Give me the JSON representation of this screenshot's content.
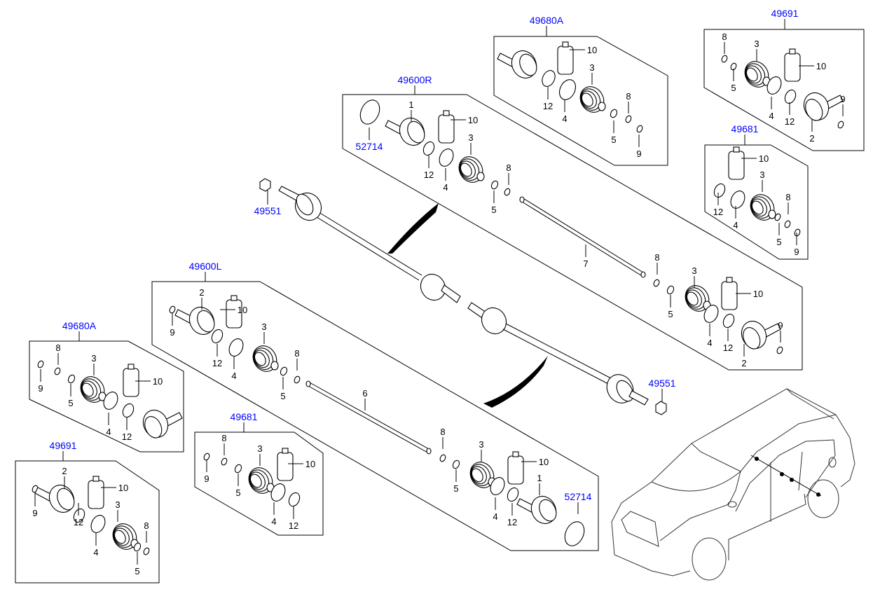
{
  "diagram": {
    "colors": {
      "part_code": "#0000ff",
      "line": "#000000",
      "background": "#ffffff"
    },
    "groups": [
      {
        "code": "49680A",
        "labels": [
          "10",
          "3",
          "12",
          "4",
          "8",
          "5",
          "9"
        ]
      },
      {
        "code": "49691",
        "labels": [
          "8",
          "3",
          "10",
          "5",
          "4",
          "12",
          "9",
          "2"
        ]
      },
      {
        "code": "49600R",
        "labels": [
          "1",
          "10",
          "3",
          "12",
          "4",
          "8",
          "5",
          "52714",
          "7",
          "8",
          "3",
          "10",
          "5",
          "4",
          "12",
          "9",
          "2"
        ]
      },
      {
        "code": "49681",
        "labels": [
          "10",
          "3",
          "8",
          "12",
          "4",
          "5",
          "9"
        ]
      },
      {
        "code": "49600L",
        "labels": [
          "2",
          "10",
          "9",
          "3",
          "12",
          "4",
          "8",
          "5",
          "6",
          "8",
          "3",
          "10",
          "5",
          "1",
          "4",
          "12",
          "52714"
        ]
      },
      {
        "code": "49680A",
        "labels": [
          "8",
          "3",
          "10",
          "9",
          "5",
          "4",
          "12"
        ]
      },
      {
        "code": "49681",
        "labels": [
          "8",
          "3",
          "10",
          "9",
          "5",
          "4",
          "12"
        ]
      },
      {
        "code": "49691",
        "labels": [
          "2",
          "10",
          "9",
          "3",
          "8",
          "12",
          "4",
          "5"
        ]
      }
    ],
    "nut_codes": [
      "49551",
      "49551"
    ]
  }
}
